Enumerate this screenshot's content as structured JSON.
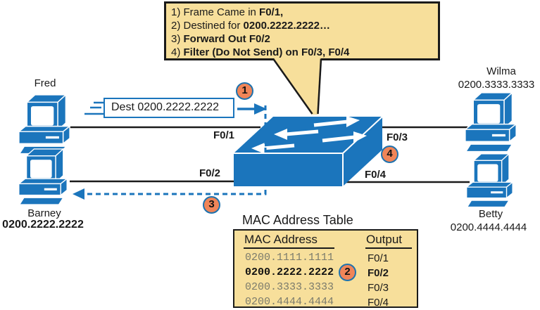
{
  "colors": {
    "accent_blue": "#1B75BC",
    "callout_fill": "#F7DF9B",
    "badge_fill": "#F08558",
    "badge_border": "#1E72AE",
    "mac_gray": "#7B7B6C",
    "line_black": "#1a1a1a"
  },
  "callout": {
    "lines": [
      {
        "pre": "1) Frame Came in ",
        "bold": "F0/1,"
      },
      {
        "pre": "2) Destined for ",
        "bold": "0200.2222.2222…"
      },
      {
        "pre": "3) ",
        "bold": "Forward Out F0/2"
      },
      {
        "pre": "4) ",
        "bold": "Filter (Do Not Send) on F0/3, F0/4"
      }
    ]
  },
  "frame": {
    "label": "Dest 0200.2222.2222"
  },
  "steps": {
    "s1": "1",
    "s2": "2",
    "s3": "3",
    "s4": "4"
  },
  "ports": {
    "f01": "F0/1",
    "f02": "F0/2",
    "f03": "F0/3",
    "f04": "F0/4"
  },
  "hosts": {
    "fred": {
      "name": "Fred"
    },
    "wilma": {
      "name": "Wilma",
      "mac": "0200.3333.3333"
    },
    "barney": {
      "name": "Barney",
      "mac": "0200.2222.2222"
    },
    "betty": {
      "name": "Betty",
      "mac": "0200.4444.4444"
    }
  },
  "mac_table": {
    "title": "MAC Address Table",
    "headers": {
      "mac": "MAC Address",
      "output": "Output"
    },
    "rows": [
      {
        "mac": "0200.1111.1111",
        "output": "F0/1"
      },
      {
        "mac": "0200.2222.2222",
        "output": "F0/2"
      },
      {
        "mac": "0200.3333.3333",
        "output": "F0/3"
      },
      {
        "mac": "0200.4444.4444",
        "output": "F0/4"
      }
    ]
  }
}
